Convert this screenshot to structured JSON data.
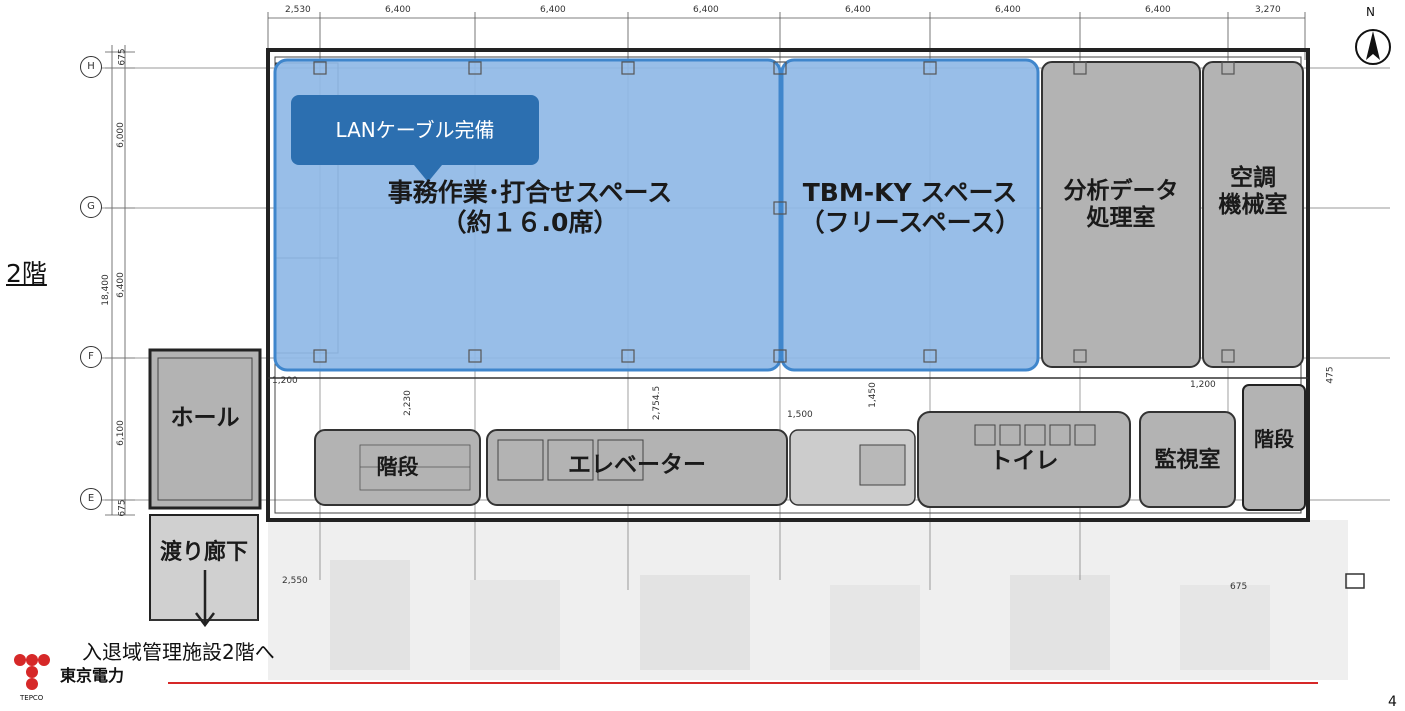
{
  "floor_label": "2階",
  "north_label": "N",
  "callout": "LANケーブル完備",
  "rooms": {
    "office_space": [
      "事務作業･打合せスペース",
      "（約１６.0席）"
    ],
    "tbm_ky": [
      "TBM-KY スペース",
      "（フリースペース）"
    ],
    "analysis": [
      "分析データ",
      "処理室"
    ],
    "hvac": [
      "空調",
      "機械室"
    ],
    "hall": "ホール",
    "stairs_west": "階段",
    "elevator": "エレベーター",
    "toilet": "トイレ",
    "monitor_room": "監視室",
    "stairs_east": "階段",
    "corridor_bridge": "渡り廊下"
  },
  "bridge_caption": "入退域管理施設2階へ",
  "company": {
    "name": "東京電力",
    "sub": "TEPCO"
  },
  "page_number": "4",
  "dimensions": {
    "top": [
      "2,530",
      "6,400",
      "6,400",
      "6,400",
      "6,400",
      "6,400",
      "6,400",
      "3,270"
    ],
    "left": [
      "675",
      "6,000",
      "6,400",
      "6,100",
      "675"
    ],
    "left_total": "18,400",
    "bottom": "2,550",
    "misc": [
      "1,200",
      "1,200",
      "2,230",
      "2,754.5",
      "1,500",
      "1,450",
      "675",
      "475"
    ]
  },
  "grid_labels": [
    "H",
    "G",
    "F",
    "E"
  ],
  "colors": {
    "highlight_fill": "#8fb8e6",
    "highlight_border": "#3f86cc",
    "callout": "#2c6fb0",
    "room_fill": "#b3b3b3",
    "footer_line": "#d62828"
  }
}
